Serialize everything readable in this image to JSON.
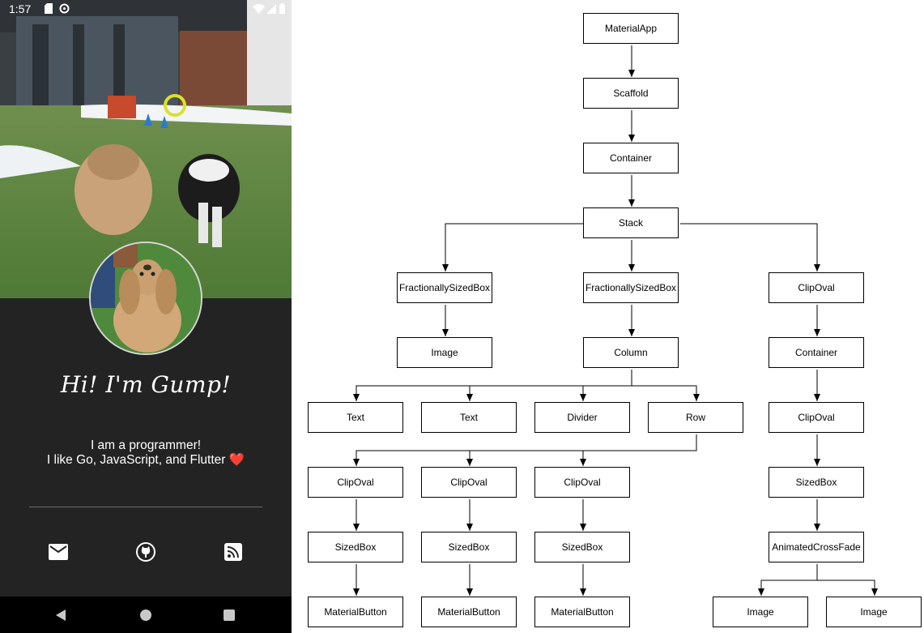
{
  "phone": {
    "status_bar": {
      "time": "1:57",
      "left_icons": [
        "sd-card-icon",
        "data-saver-icon"
      ],
      "right_icons": [
        "wifi-icon",
        "signal-icon",
        "battery-icon"
      ]
    },
    "hero_image": "photo of two dogs running on grass",
    "avatar_image": "photo of long-haired spaniel dog",
    "greeting": "Hi! I'm Gump!",
    "bio": {
      "line1": "I am a programmer!",
      "line2": "I like Go, JavaScript, and Flutter",
      "emoji": "❤️"
    },
    "social": [
      {
        "icon": "mail-icon"
      },
      {
        "icon": "github-icon"
      },
      {
        "icon": "rss-icon"
      }
    ],
    "nav": [
      {
        "icon": "back-icon"
      },
      {
        "icon": "home-icon"
      },
      {
        "icon": "recents-icon"
      }
    ],
    "colors": {
      "background": "#232323",
      "text": "#ffffff",
      "heart": "#e0262e"
    }
  },
  "diagram": {
    "nodes": {
      "materialapp": "MaterialApp",
      "scaffold": "Scaffold",
      "container": "Container",
      "stack": "Stack",
      "fsb1": "FractionallySizedBox",
      "fsb2": "FractionallySizedBox",
      "clipoval_r": "ClipOval",
      "image1": "Image",
      "column": "Column",
      "container_r": "Container",
      "text1": "Text",
      "text2": "Text",
      "divider": "Divider",
      "row": "Row",
      "clipoval_r2": "ClipOval",
      "clipoval_a": "ClipOval",
      "clipoval_b": "ClipOval",
      "clipoval_c": "ClipOval",
      "sizedbox_r": "SizedBox",
      "sizedbox_a": "SizedBox",
      "sizedbox_b": "SizedBox",
      "sizedbox_c": "SizedBox",
      "crossfade": "AnimatedCrossFade",
      "button_a": "MaterialButton",
      "button_b": "MaterialButton",
      "button_c": "MaterialButton",
      "image_r1": "Image",
      "image_r2": "Image"
    }
  }
}
